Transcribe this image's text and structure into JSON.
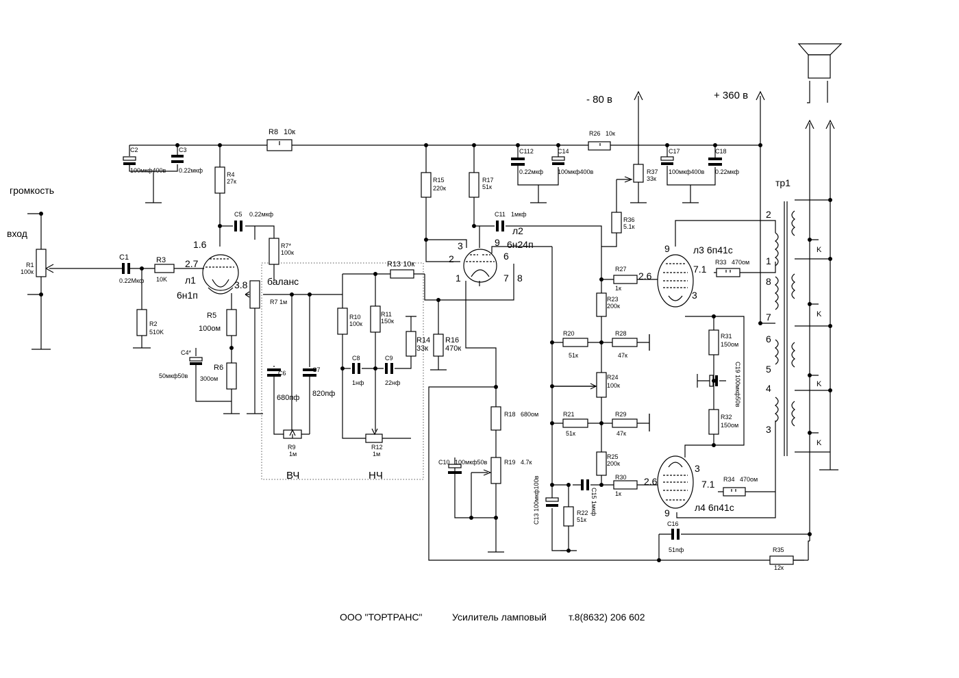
{
  "footer": {
    "company": "ООО \"ТОРТРАНС\"",
    "title": "Усилитель ламповый",
    "phone": "т.8(8632) 206 602"
  },
  "labels": {
    "volume": "громкость",
    "input": "вход",
    "balance": "баланс",
    "hf": "ВЧ",
    "lf": "НЧ",
    "minus80": "- 80 в",
    "plus360": "+ 360 в",
    "tr1": "тр1"
  },
  "tubes": {
    "l1": {
      "name": "л1",
      "type": "6н1п",
      "pins": [
        "1.6",
        "2.7",
        "3.8"
      ]
    },
    "l2": {
      "name": "л2",
      "type": "6н24п",
      "pins": [
        "3",
        "9",
        "2",
        "6",
        "1",
        "7",
        "8"
      ]
    },
    "l3": {
      "name": "л3 6п41с",
      "pins": [
        "9",
        "2.6",
        "7.1",
        "3"
      ]
    },
    "l4": {
      "name": "л4 6п41с",
      "pins": [
        "3",
        "2.6",
        "7.1",
        "9"
      ]
    }
  },
  "transformer_pins": [
    "2",
    "1",
    "8",
    "7",
    "6",
    "5",
    "4",
    "3"
  ],
  "speaker_taps": [
    "K",
    "K",
    "K",
    "K"
  ],
  "components": {
    "R1": "R1",
    "R1v": "100к",
    "C1": "C1",
    "C1v": "0.22Мкф",
    "R2": "R2",
    "R2v": "510K",
    "R3": "R3",
    "R3v": "10K",
    "C2": "C2",
    "C2v": "100мкф400в",
    "C3": "C3",
    "C3v": "0.22мкф",
    "R4": "R4",
    "R4v": "27к",
    "C4": "C4*",
    "C4v": "50мкф50в",
    "R5": "R5",
    "R5v": "100ом",
    "R6": "R6",
    "R6v": "300ом",
    "C5": "C5",
    "C5v": "0.22мкф",
    "R7s": "R7*",
    "R7sv": "100к",
    "R7": "R7 1м",
    "R8": "R8",
    "R8v": "10к",
    "C6": "C6",
    "C6v": "680пф",
    "C7": "C7",
    "C7v": "820пф",
    "R9": "R9",
    "R9v": "1м",
    "R10": "R10",
    "R10v": "100к",
    "R11": "R11",
    "R11v": "150к",
    "R12": "R12",
    "R12v": "1м",
    "R13": "R13 10к",
    "R14": "R14",
    "R14v": "33к",
    "C8": "C8",
    "C8v": "1нф",
    "C9": "C9",
    "C9v": "22нф",
    "R15": "R15",
    "R15v": "220к",
    "R16": "R16",
    "R16v": "470к",
    "R17": "R17",
    "R17v": "51к",
    "C11": "C11",
    "C11v": "1мкф",
    "R18": "R18",
    "R18v": "680ом",
    "R19": "R19",
    "R19v": "4.7к",
    "C10": "C10",
    "C10v": "100мкф50в",
    "C112": "C112",
    "C112v": "0.22мкф",
    "C14": "C14",
    "C14v": "100мкф400в",
    "R26": "R26",
    "R26v": "10к",
    "R37": "R37",
    "R37v": "33к",
    "C17": "C17",
    "C17v": "100мкф400в",
    "C18": "C18",
    "C18v": "0.22мкф",
    "R36": "R36",
    "R36v": "5.1к",
    "R27": "R27",
    "R27v": "1к",
    "R23": "R23",
    "R23v": "200к",
    "R20": "R20",
    "R20v": "51к",
    "R28": "R28",
    "R28v": "47к",
    "R24": "R24",
    "R24v": "100к",
    "R21": "R21",
    "R21v": "51к",
    "R29": "R29",
    "R29v": "47к",
    "R25": "R25",
    "R25v": "200к",
    "R30": "R30",
    "R30v": "1к",
    "C13": "C13  100мкф100в",
    "R22": "R22",
    "R22v": "51к",
    "C15": "C15  1мкф",
    "R31": "R31",
    "R31v": "150ом",
    "R32": "R32",
    "R32v": "150ом",
    "C19": "C19  100мкф50в",
    "R33": "R33",
    "R33v": "470ом",
    "R34": "R34",
    "R34v": "470ом",
    "C16": "C16",
    "C16v": "51пф",
    "R35": "R35",
    "R35v": "12к"
  },
  "icons": {
    "resistor": "resistor-icon",
    "capacitor": "capacitor-icon",
    "electrolytic": "electrolytic-capacitor-icon",
    "potentiometer": "potentiometer-icon",
    "tube": "vacuum-tube-icon",
    "ground": "ground-icon",
    "speaker": "speaker-icon",
    "arrow": "supply-arrow-icon"
  }
}
